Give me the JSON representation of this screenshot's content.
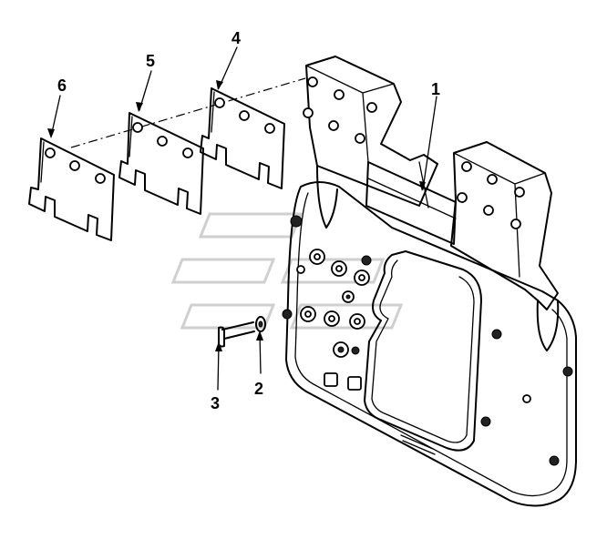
{
  "callouts": [
    {
      "id": "1",
      "label": "1"
    },
    {
      "id": "2",
      "label": "2"
    },
    {
      "id": "3",
      "label": "3"
    },
    {
      "id": "4",
      "label": "4"
    },
    {
      "id": "5",
      "label": "5"
    },
    {
      "id": "6",
      "label": "6"
    }
  ],
  "colors": {
    "line": "#000000",
    "background": "#ffffff",
    "watermark": "#cfcfcf"
  }
}
